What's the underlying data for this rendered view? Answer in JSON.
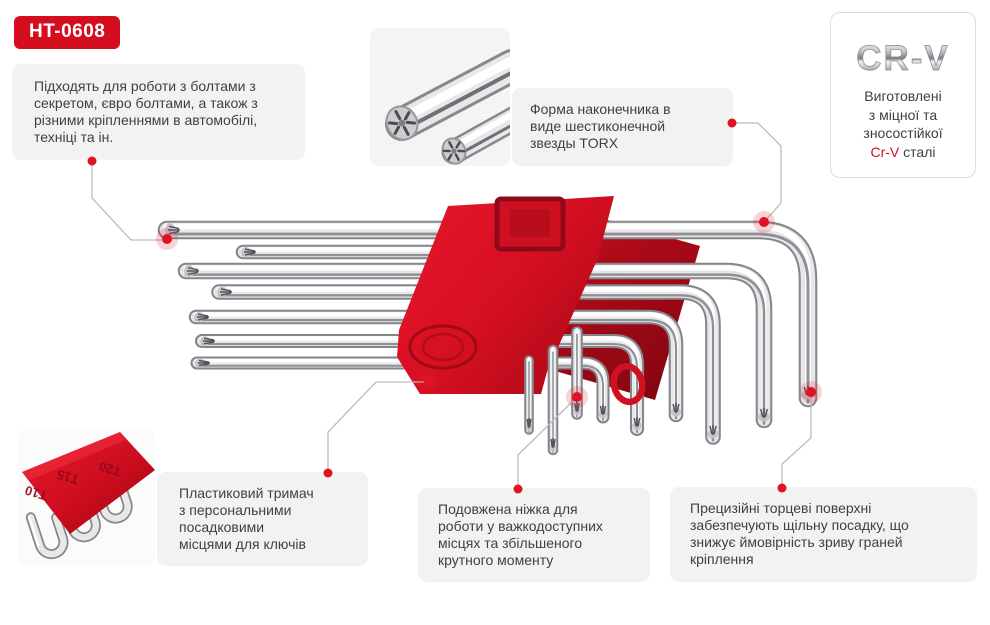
{
  "product_code": "HT-0608",
  "colors": {
    "accent_red": "#d40e1f",
    "holder_red": "#d60f22",
    "box_bg": "#f2f2f3",
    "card_border": "#dcdcdf",
    "line_gray": "#bcbcc0",
    "text": "#3f3f44",
    "dot_red": "#e01325"
  },
  "callouts": {
    "fitment": {
      "text": "Підходять для роботи з болтами з секретом, євро болтами, а також з різними кріпленнями в автомобілі, техніці та ін."
    },
    "tip_shape": {
      "text": "Форма наконечника в виде шестиконечной звезды TORX"
    },
    "material": {
      "logo": "CR-V",
      "lines": [
        "Виготовлені",
        "з міцної та",
        "зносостійкої"
      ],
      "accent": "Cr-V",
      "suffix": " сталі"
    },
    "holder": {
      "text": "Пластиковий тримач з персональними посадковими місцями для ключів"
    },
    "long_leg": {
      "text": "Подовжена ніжка для роботи у важкодоступних місцях та збільшеного крутного моменту"
    },
    "precision": {
      "text": "Прецизійні торцеві поверхні забезпечують щільну посадку, що знижує ймовірність зриву граней кріплення"
    }
  },
  "holder_size_labels": [
    "T10",
    "T15",
    "T20"
  ]
}
